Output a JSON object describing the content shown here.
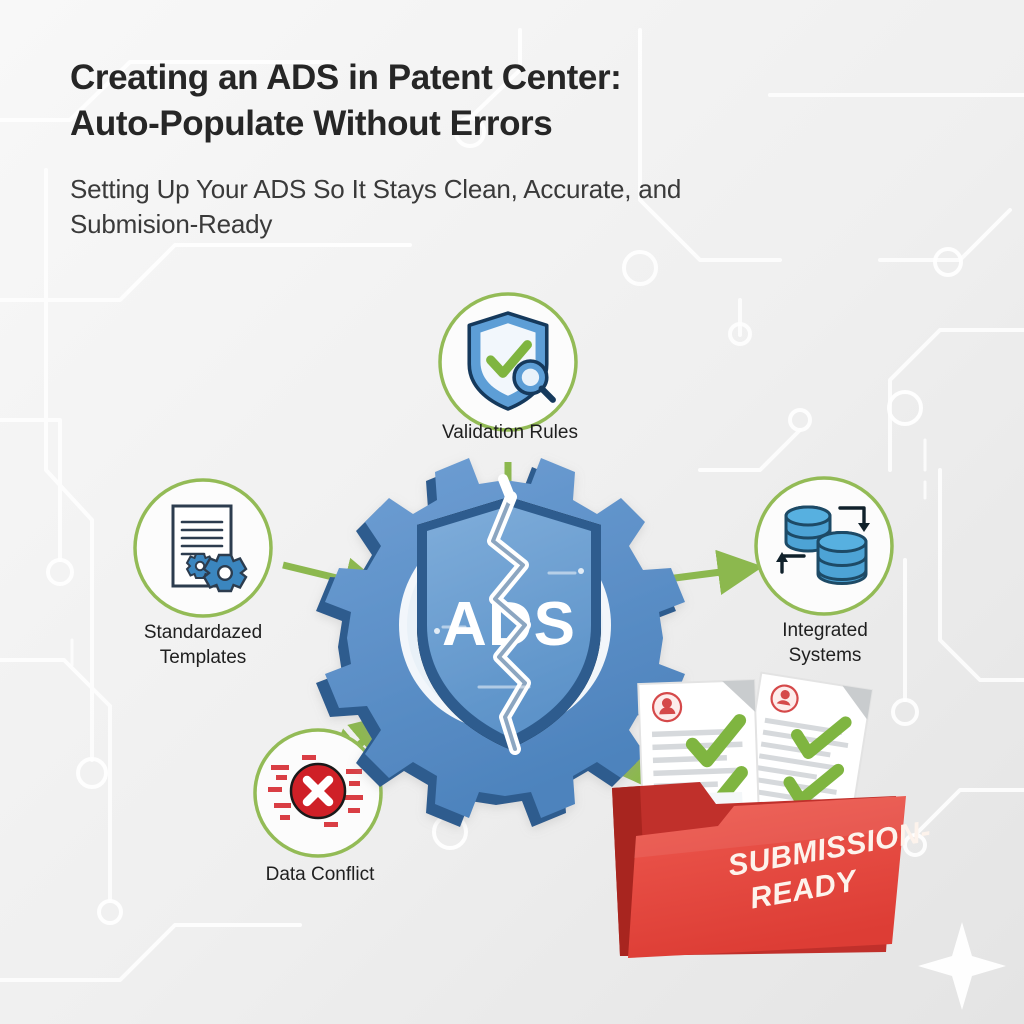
{
  "header": {
    "title_line1": "Creating an ADS in Patent Center:",
    "title_line2": "Auto-Populate Without Errors",
    "subtitle_line1": "Setting Up Your ADS So It Stays Clean, Accurate, and",
    "subtitle_line2": "Submision-Ready"
  },
  "colors": {
    "background": "#efefef",
    "accent_green": "#8cb84e",
    "ring_green": "#93bb56",
    "gear_blue": "#5b8fc9",
    "gear_blue_dark": "#2f5f92",
    "shield_blue": "#6fa0d4",
    "icon_blue": "#3b86bf",
    "folder_red": "#e8473f",
    "folder_red_dark": "#c0302b",
    "check_green": "#7fb540",
    "error_red": "#cf2027",
    "text_dark": "#262626"
  },
  "diagram": {
    "type": "hub-and-spoke",
    "center": {
      "label": "ADS",
      "icon": "cracked-shield-in-gear",
      "description": "Blue gear containing a cracked shield labelled ADS"
    },
    "nodes": [
      {
        "id": "validation-rules",
        "label": "Validation Rules",
        "icon": "shield-check-magnifier-icon",
        "position": "top",
        "arrow": "down-into-center",
        "arrow_direction": "one-way"
      },
      {
        "id": "standardazed-templates",
        "label": "Standardazed\nTemplates",
        "icon": "document-gears-icon",
        "position": "left",
        "arrow": "right-into-center",
        "arrow_direction": "one-way"
      },
      {
        "id": "integrated-systems",
        "label": "Integrated\nSystems",
        "icon": "database-sync-icon",
        "position": "right",
        "arrow": "right-out-of-center",
        "arrow_direction": "one-way"
      },
      {
        "id": "data-conflict",
        "label": "Data Conflict",
        "icon": "glitch-error-x-icon",
        "position": "bottom-left",
        "arrow": "bidirectional-with-center",
        "arrow_direction": "two-way"
      }
    ],
    "output": {
      "id": "submission-ready-folder",
      "icon": "red-folder-with-checked-documents-icon",
      "label_line1": "SUBMISSION-",
      "label_line2": "READY",
      "position": "bottom-right",
      "arrow": "down-right-from-center",
      "document_count": 2,
      "checkmarks_per_document": 2
    },
    "decorations": [
      {
        "id": "sparkle",
        "icon": "four-point-star-icon",
        "position": "bottom-right-corner"
      },
      {
        "id": "circuit-traces",
        "icon": "circuit-lines-icon",
        "position": "background"
      }
    ]
  }
}
